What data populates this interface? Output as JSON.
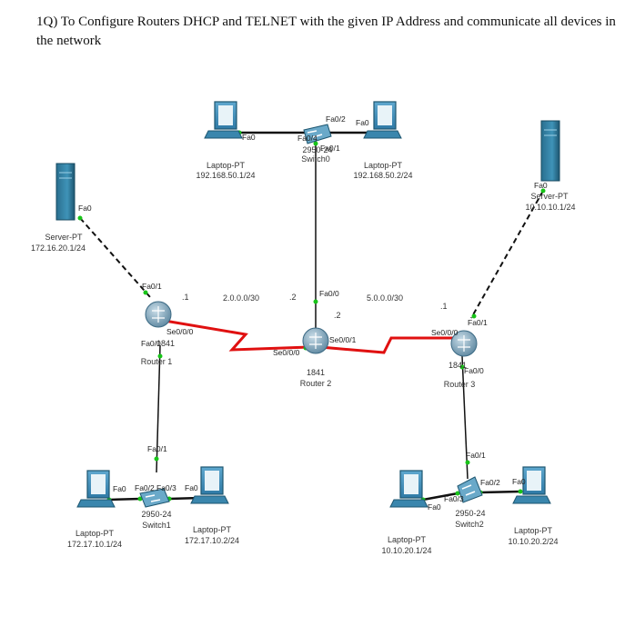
{
  "question": "1Q) To Configure Routers DHCP and TELNET with the given IP Address and communicate all devices in the network",
  "colors": {
    "serial_link": "#e01010",
    "ethernet_link": "#111111",
    "port_dot": "#18c418",
    "device_blue": "#2a7fa8"
  },
  "devices": {
    "top_laptop_left": {
      "type": "Laptop-PT",
      "ip": "192.168.50.1/24",
      "port": "Fa0"
    },
    "top_laptop_right": {
      "type": "Laptop-PT",
      "ip": "192.168.50.2/24",
      "port": "Fa0"
    },
    "top_switch": {
      "model": "2950-24",
      "name": "Switch0",
      "ports": [
        "Fa0/4",
        "Fa0/2",
        "Fa0/1"
      ]
    },
    "server_left": {
      "type": "Server-PT",
      "ip": "172.16.20.1/24",
      "port": "Fa0"
    },
    "server_right": {
      "type": "Server-PT",
      "ip": "10.10.10.1/24",
      "port": "Fa0"
    },
    "router1": {
      "model": "1841",
      "name": "Router 1",
      "ports": [
        "Fa0/1",
        "Se0/0/0",
        "Fa0/0"
      ]
    },
    "router2": {
      "model": "1841",
      "name": "Router 2",
      "ports": [
        "Fa0/0",
        "Se0/0/0",
        "Se0/0/1"
      ]
    },
    "router3": {
      "model": "1841",
      "name": "Router 3",
      "ports": [
        "Se0/0/0",
        "Fa0/1",
        "Fa0/0"
      ]
    },
    "switch1": {
      "model": "2950-24",
      "name": "Switch1",
      "ports": [
        "Fa0/1",
        "Fa0/2",
        "Fa0/3"
      ]
    },
    "switch2": {
      "model": "2950-24",
      "name": "Switch2",
      "ports": [
        "Fa0/1",
        "Fa0/2",
        "Fa0/3"
      ]
    },
    "laptop_bl1": {
      "type": "Laptop-PT",
      "ip": "172.17.10.1/24",
      "port": "Fa0"
    },
    "laptop_bl2": {
      "type": "Laptop-PT",
      "ip": "172.17.10.2/24",
      "port": "Fa0"
    },
    "laptop_br1": {
      "type": "Laptop-PT",
      "ip": "10.10.20.1/24",
      "port": "Fa0"
    },
    "laptop_br2": {
      "type": "Laptop-PT",
      "ip": "10.10.20.2/24",
      "port": "Fa0"
    }
  },
  "networks": {
    "left_serial": "2.0.0.0/30",
    "right_serial": "5.0.0.0/30",
    "r1_host": ".1",
    "r2_left_host": ".2",
    "r2_right_host": ".2",
    "r3_host": ".1"
  }
}
